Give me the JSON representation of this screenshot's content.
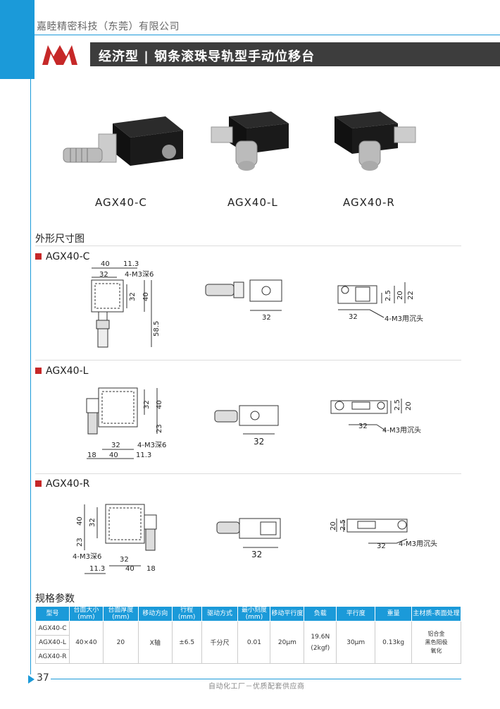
{
  "header": {
    "company": "嘉睦精密科技（东莞）有限公司",
    "title": "经济型 | 钢条滚珠导轨型手动位移台"
  },
  "products": [
    {
      "label": "AGX40-C"
    },
    {
      "label": "AGX40-L"
    },
    {
      "label": "AGX40-R"
    }
  ],
  "sections": {
    "dimensions": "外形尺寸图",
    "specs": "规格参数"
  },
  "variants": {
    "c": "AGX40-C",
    "l": "AGX40-L",
    "r": "AGX40-R"
  },
  "dims": {
    "c": {
      "w40": "40",
      "w32": "32",
      "d113": "11.3",
      "m3": "4-M3深6",
      "h32": "32",
      "h40": "40",
      "h585": "58.5",
      "side32": "32",
      "end32": "32",
      "h25": "2.5",
      "h20": "20",
      "h22": "22",
      "m3sink": "4-M3用沉头"
    },
    "l": {
      "h32": "32",
      "h40": "40",
      "h23": "23",
      "w32": "32",
      "m3": "4-M3深6",
      "w18": "18",
      "w40": "40",
      "w113": "11.3",
      "side32": "32",
      "end32": "32",
      "h25": "2.5",
      "h20": "20",
      "m3sink": "4-M3用沉头"
    },
    "r": {
      "h40": "40",
      "h32": "32",
      "h23": "23",
      "w32": "32",
      "m3": "4-M3深6",
      "w113": "11.3",
      "w40": "40",
      "w18": "18",
      "side32": "32",
      "h20": "20",
      "h25": "2.5",
      "end32": "32",
      "m3sink": "4-M3用沉头"
    }
  },
  "spec_table": {
    "headers": [
      "型号",
      "台面大小\n(mm)",
      "台面厚度\n(mm)",
      "移动方向",
      "行程\n(mm)",
      "驱动方式",
      "最小刻度\n(mm)",
      "移动平行度",
      "负载",
      "平行度",
      "重量",
      "主材质-表面处理"
    ],
    "models": [
      "AGX40-C",
      "AGX40-L",
      "AGX40-R"
    ],
    "size": "40×40",
    "thickness": "20",
    "direction": "X轴",
    "stroke": "±6.5",
    "drive": "千分尺",
    "min_scale": "0.01",
    "move_parallel": "20μm",
    "load": "19.6N\n(2kgf)",
    "parallel": "30μm",
    "weight": "0.13kg",
    "material": "铝合金\n黑色阳极\n氧化"
  },
  "footer": {
    "page": "37",
    "text": "自动化工厂－优质配套供应商"
  },
  "colors": {
    "accent": "#1b9ad9",
    "title_bg": "#3d3d3d",
    "marker": "#c62828"
  }
}
